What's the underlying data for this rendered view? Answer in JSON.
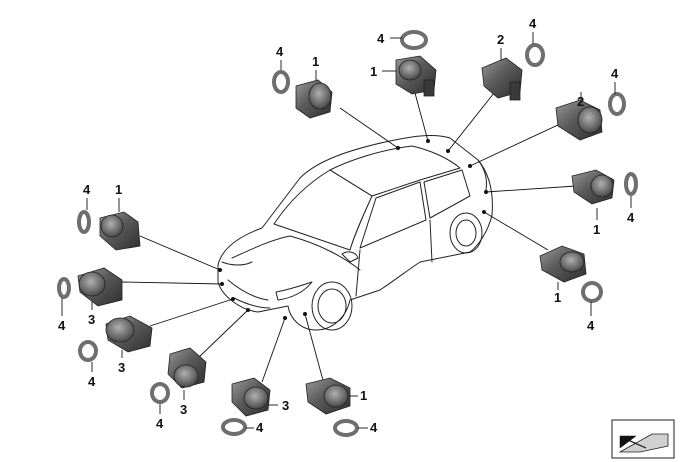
{
  "parts": {
    "sensor_inner": "1",
    "sensor_side": "2",
    "sensor_outer": "3",
    "gasket_ring": "4"
  },
  "colors": {
    "sensor_body": "#4d4d4d",
    "sensor_highlight": "#8a8a8a",
    "gasket": "#6e6e6e",
    "line": "#111111"
  },
  "icons": {
    "corner_symbol": "parking-sensor-arrow-icon"
  }
}
